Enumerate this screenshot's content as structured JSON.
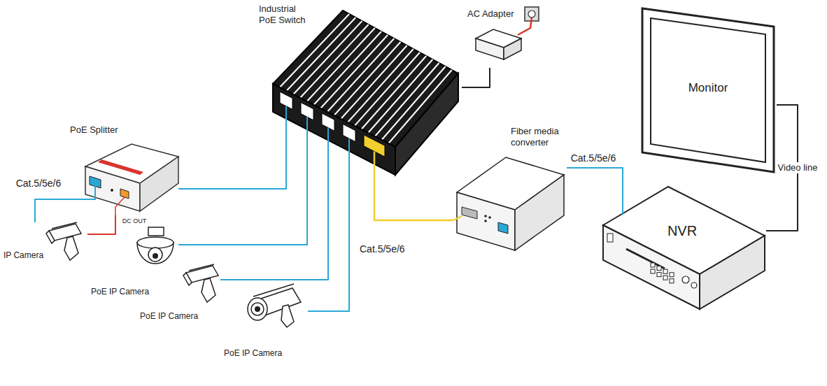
{
  "diagram": {
    "nodes": [
      {
        "text": [
          "Industrial PoE Switch"
        ]
      },
      {
        "text": [
          "AC Adapter"
        ]
      },
      {
        "text": [
          "PoE Splitter"
        ]
      },
      {
        "text": [
          "Monitor"
        ]
      },
      {
        "text": [
          "Fiber media converter"
        ]
      },
      {
        "text": [
          "NVR"
        ]
      },
      {
        "text": [
          "IP Camera"
        ]
      },
      {
        "text": [
          "PoE IP Camera"
        ]
      },
      {
        "text": [
          "PoE IP Camera"
        ]
      },
      {
        "text": [
          "PoE IP Camera"
        ]
      }
    ],
    "edges": [
      {
        "from": 0,
        "to": 2,
        "arrow": "none"
      },
      {
        "from": 0,
        "to": 7,
        "arrow": "none"
      },
      {
        "from": 0,
        "to": 8,
        "arrow": "none"
      },
      {
        "from": 0,
        "to": 9,
        "arrow": "none"
      },
      {
        "from": 0,
        "to": 4,
        "arrow": "none"
      },
      {
        "from": 1,
        "to": 0,
        "arrow": "none"
      },
      {
        "from": 4,
        "to": 5,
        "label": "Cat.5/5e/6",
        "arrow": "none"
      },
      {
        "from": 5,
        "to": 3,
        "label": "Video line",
        "arrow": "none"
      },
      {
        "from": 2,
        "to": 6,
        "label": "Cat.5/5e/6",
        "arrow": "none"
      },
      {
        "from": 2,
        "to": 6,
        "label": "DC OUT",
        "arrow": "none"
      }
    ],
    "labels": [
      "Cat.5/5e/6"
    ]
  }
}
